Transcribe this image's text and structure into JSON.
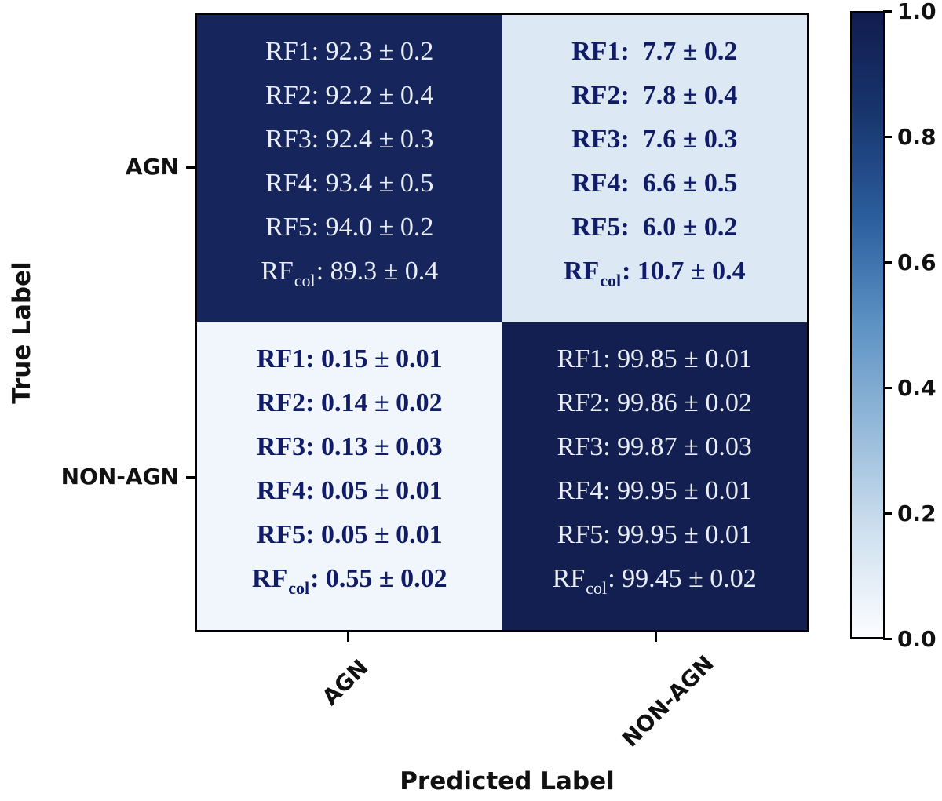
{
  "figure": {
    "type": "confusion-matrix-heatmap",
    "xlabel": "Predicted Label",
    "ylabel": "True Label",
    "xticks": [
      "AGN",
      "NON-AGN"
    ],
    "yticks": [
      "AGN",
      "NON-AGN"
    ]
  },
  "colorbar": {
    "ticks": [
      "1.0",
      "0.8",
      "0.6",
      "0.4",
      "0.2",
      "0.0"
    ],
    "range": [
      0.0,
      1.0
    ],
    "gradient_stops_bottom_to_top": [
      "#fcfdff",
      "#cfe0ef",
      "#95bada",
      "#5d92c4",
      "#2c5f9f",
      "#18366f",
      "#111c4e"
    ]
  },
  "quadrants": [
    {
      "name": "true-agn-pred-agn",
      "bg": "#16255c",
      "text_color": "#e9edf5",
      "bold": false,
      "lines": [
        {
          "rf": "RF1",
          "sub": "",
          "rest": ": 92.3 ± 0.2"
        },
        {
          "rf": "RF2",
          "sub": "",
          "rest": ": 92.2 ± 0.4"
        },
        {
          "rf": "RF3",
          "sub": "",
          "rest": ": 92.4 ± 0.3"
        },
        {
          "rf": "RF4",
          "sub": "",
          "rest": ": 93.4 ± 0.5"
        },
        {
          "rf": "RF5",
          "sub": "",
          "rest": ": 94.0 ± 0.2"
        },
        {
          "rf": "RF",
          "sub": "col",
          "rest": ": 89.3 ± 0.4"
        }
      ]
    },
    {
      "name": "true-agn-pred-nonagn",
      "bg": "#dde8f5",
      "text_color": "#101d66",
      "bold": true,
      "lines": [
        {
          "rf": "RF1",
          "sub": "",
          "rest": ":  7.7 ± 0.2"
        },
        {
          "rf": "RF2",
          "sub": "",
          "rest": ":  7.8 ± 0.4"
        },
        {
          "rf": "RF3",
          "sub": "",
          "rest": ":  7.6 ± 0.3"
        },
        {
          "rf": "RF4",
          "sub": "",
          "rest": ":  6.6 ± 0.5"
        },
        {
          "rf": "RF5",
          "sub": "",
          "rest": ":  6.0 ± 0.2"
        },
        {
          "rf": "RF",
          "sub": "col",
          "rest": ": 10.7 ± 0.4"
        }
      ]
    },
    {
      "name": "true-nonagn-pred-agn",
      "bg": "#f1f5fc",
      "text_color": "#101d66",
      "bold": true,
      "lines": [
        {
          "rf": "RF1",
          "sub": "",
          "rest": ": 0.15 ± 0.01"
        },
        {
          "rf": "RF2",
          "sub": "",
          "rest": ": 0.14 ± 0.02"
        },
        {
          "rf": "RF3",
          "sub": "",
          "rest": ": 0.13 ± 0.03"
        },
        {
          "rf": "RF4",
          "sub": "",
          "rest": ": 0.05 ± 0.01"
        },
        {
          "rf": "RF5",
          "sub": "",
          "rest": ": 0.05 ± 0.01"
        },
        {
          "rf": "RF",
          "sub": "col",
          "rest": ": 0.55 ± 0.02"
        }
      ]
    },
    {
      "name": "true-nonagn-pred-nonagn",
      "bg": "#131f50",
      "text_color": "#e9edf5",
      "bold": false,
      "lines": [
        {
          "rf": "RF1",
          "sub": "",
          "rest": ": 99.85 ± 0.01"
        },
        {
          "rf": "RF2",
          "sub": "",
          "rest": ": 99.86 ± 0.02"
        },
        {
          "rf": "RF3",
          "sub": "",
          "rest": ": 99.87 ± 0.03"
        },
        {
          "rf": "RF4",
          "sub": "",
          "rest": ": 99.95 ± 0.01"
        },
        {
          "rf": "RF5",
          "sub": "",
          "rest": ": 99.95 ± 0.01"
        },
        {
          "rf": "RF",
          "sub": "col",
          "rest": ": 99.45 ± 0.02"
        }
      ]
    }
  ],
  "chart_data": {
    "type": "heatmap",
    "title": "",
    "xlabel": "Predicted Label",
    "ylabel": "True Label",
    "x_categories": [
      "AGN",
      "NON-AGN"
    ],
    "y_categories": [
      "AGN",
      "NON-AGN"
    ],
    "values_unit": "percent",
    "colorbar_range": [
      0.0,
      1.0
    ],
    "colorbar_ticks": [
      0.0,
      0.2,
      0.4,
      0.6,
      0.8,
      1.0
    ],
    "legend_position": "colorbar-right",
    "grid": false,
    "series": [
      {
        "name": "RF1",
        "matrix": [
          [
            92.3,
            7.7
          ],
          [
            0.15,
            99.85
          ]
        ],
        "errors": [
          [
            0.2,
            0.2
          ],
          [
            0.01,
            0.01
          ]
        ]
      },
      {
        "name": "RF2",
        "matrix": [
          [
            92.2,
            7.8
          ],
          [
            0.14,
            99.86
          ]
        ],
        "errors": [
          [
            0.4,
            0.4
          ],
          [
            0.02,
            0.02
          ]
        ]
      },
      {
        "name": "RF3",
        "matrix": [
          [
            92.4,
            7.6
          ],
          [
            0.13,
            99.87
          ]
        ],
        "errors": [
          [
            0.3,
            0.3
          ],
          [
            0.03,
            0.03
          ]
        ]
      },
      {
        "name": "RF4",
        "matrix": [
          [
            93.4,
            6.6
          ],
          [
            0.05,
            99.95
          ]
        ],
        "errors": [
          [
            0.5,
            0.5
          ],
          [
            0.01,
            0.01
          ]
        ]
      },
      {
        "name": "RF5",
        "matrix": [
          [
            94.0,
            6.0
          ],
          [
            0.05,
            99.95
          ]
        ],
        "errors": [
          [
            0.2,
            0.2
          ],
          [
            0.01,
            0.01
          ]
        ]
      },
      {
        "name": "RF_col",
        "matrix": [
          [
            89.3,
            10.7
          ],
          [
            0.55,
            99.45
          ]
        ],
        "errors": [
          [
            0.4,
            0.4
          ],
          [
            0.02,
            0.02
          ]
        ]
      }
    ]
  }
}
